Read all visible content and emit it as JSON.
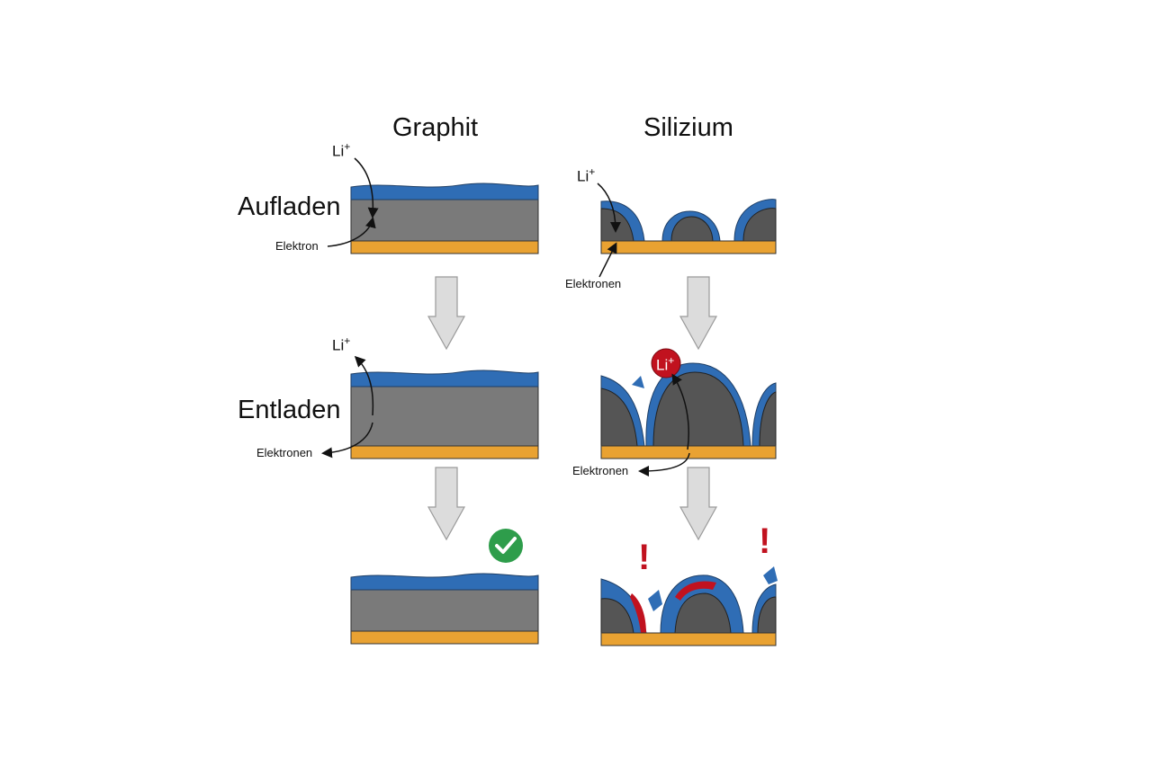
{
  "columns": {
    "left": "Graphit",
    "right": "Silizium"
  },
  "rows": {
    "charge": "Aufladen",
    "discharge": "Entladen"
  },
  "ion": {
    "symbol": "Li",
    "charge": "+"
  },
  "electron_singular": "Elektron",
  "electron_plural": "Elektronen",
  "warning_mark": "!",
  "colors": {
    "electrolyte_layer": "#2f6db5",
    "graphite": "#7a7a7a",
    "silicon": "#555555",
    "current_collector": "#e9a232",
    "degraded": "#c1121f",
    "ok_badge": "#2e9d4b",
    "arrow_fill": "#dcdcdc"
  },
  "icons": [
    "check-icon",
    "warning-icon",
    "down-arrow-icon",
    "curved-arrow-icon"
  ]
}
